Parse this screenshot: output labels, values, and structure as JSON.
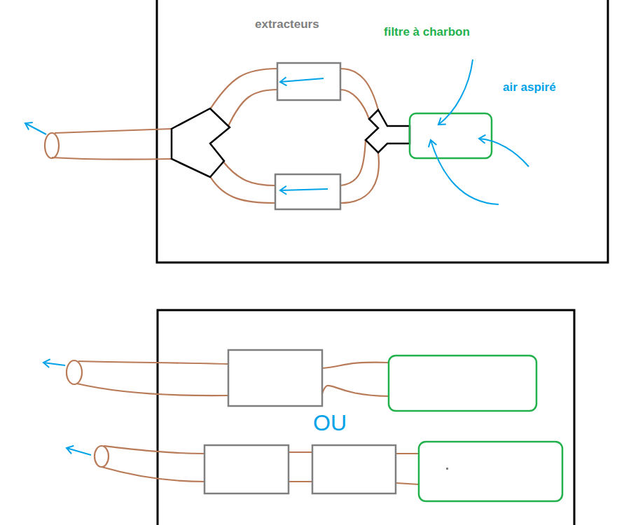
{
  "diagram": {
    "labels": [
      "extracteurs",
      "filtre à charbon",
      "air aspiré",
      "OU"
    ]
  }
}
